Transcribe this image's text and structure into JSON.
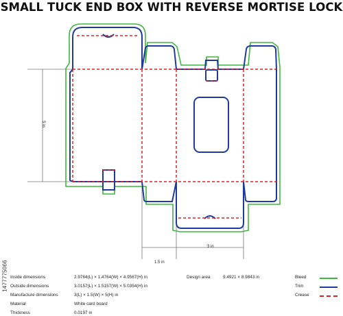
{
  "title": "SMALL TUCK END BOX WITH REVERSE MORTISE LOCK",
  "dimensions": {
    "height_label": "5 in",
    "width_label": "3 in",
    "depth_label": "1.5 in"
  },
  "specs": {
    "inside": {
      "label": "Inside dimensions",
      "value": "2.9764(L) × 1.4764(W) × 4.9567(H) in"
    },
    "outside": {
      "label": "Outside dimensions",
      "value": "3.0157(L) × 1.5157(W) × 5.0354(H) in"
    },
    "manufacture": {
      "label": "Manufacture dimensions",
      "value": "3(L) × 1.5(W) × 5(H) in"
    },
    "material": {
      "label": "Material",
      "value": "White card board"
    },
    "thickness": {
      "label": "Thickness",
      "value": "0.0197 in"
    },
    "design_area": {
      "label": "Design area",
      "value": "9.4921 × 8.9843 in"
    }
  },
  "legend": {
    "bleed": {
      "label": "Bleed",
      "color": "#3db83d"
    },
    "trim": {
      "label": "Trim",
      "color": "#1f3a9e"
    },
    "crease": {
      "label": "Crease",
      "color": "#e02020"
    }
  },
  "stock_id": "1477775066"
}
